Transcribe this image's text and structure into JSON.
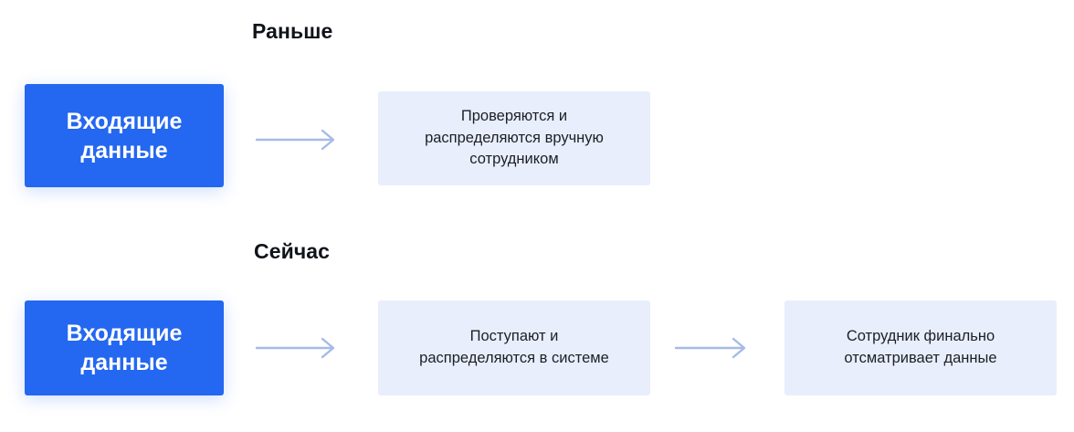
{
  "diagram": {
    "type": "process-flow",
    "sections": [
      {
        "heading": "Раньше",
        "nodes": [
          {
            "id": "incoming-data",
            "style": "primary",
            "text": "Входящие\nданные"
          },
          {
            "id": "manual-step",
            "style": "secondary",
            "text": "Проверяются и\nраспределяются вручную\nсотрудником"
          }
        ],
        "arrows": 1
      },
      {
        "heading": "Сейчас",
        "nodes": [
          {
            "id": "incoming-data",
            "style": "primary",
            "text": "Входящие\nданные"
          },
          {
            "id": "system-step",
            "style": "secondary",
            "text": "Поступают и\nраспределяются в системе"
          },
          {
            "id": "review-step",
            "style": "secondary",
            "text": "Сотрудник финально\nотсматривает данные"
          }
        ],
        "arrows": 2
      }
    ]
  },
  "before": {
    "heading": "Раньше",
    "incoming": {
      "line1": "Входящие",
      "line2": "данные"
    },
    "manual": {
      "line1": "Проверяются и",
      "line2": "распределяются вручную",
      "line3": "сотрудником"
    }
  },
  "now": {
    "heading": "Сейчас",
    "incoming": {
      "line1": "Входящие",
      "line2": "данные"
    },
    "system": {
      "line1": "Поступают и",
      "line2": "распределяются в системе"
    },
    "review": {
      "line1": "Сотрудник финально",
      "line2": "отсматривает данные"
    }
  },
  "colors": {
    "primary_box": "#2467f0",
    "primary_text": "#ffffff",
    "secondary_box": "#e9eefc",
    "secondary_text": "#1c1f26",
    "arrow": "#a6bbe6",
    "heading_text": "#10131a",
    "background": "#ffffff"
  },
  "icons": {
    "arrow_right": "arrow-right-icon"
  }
}
